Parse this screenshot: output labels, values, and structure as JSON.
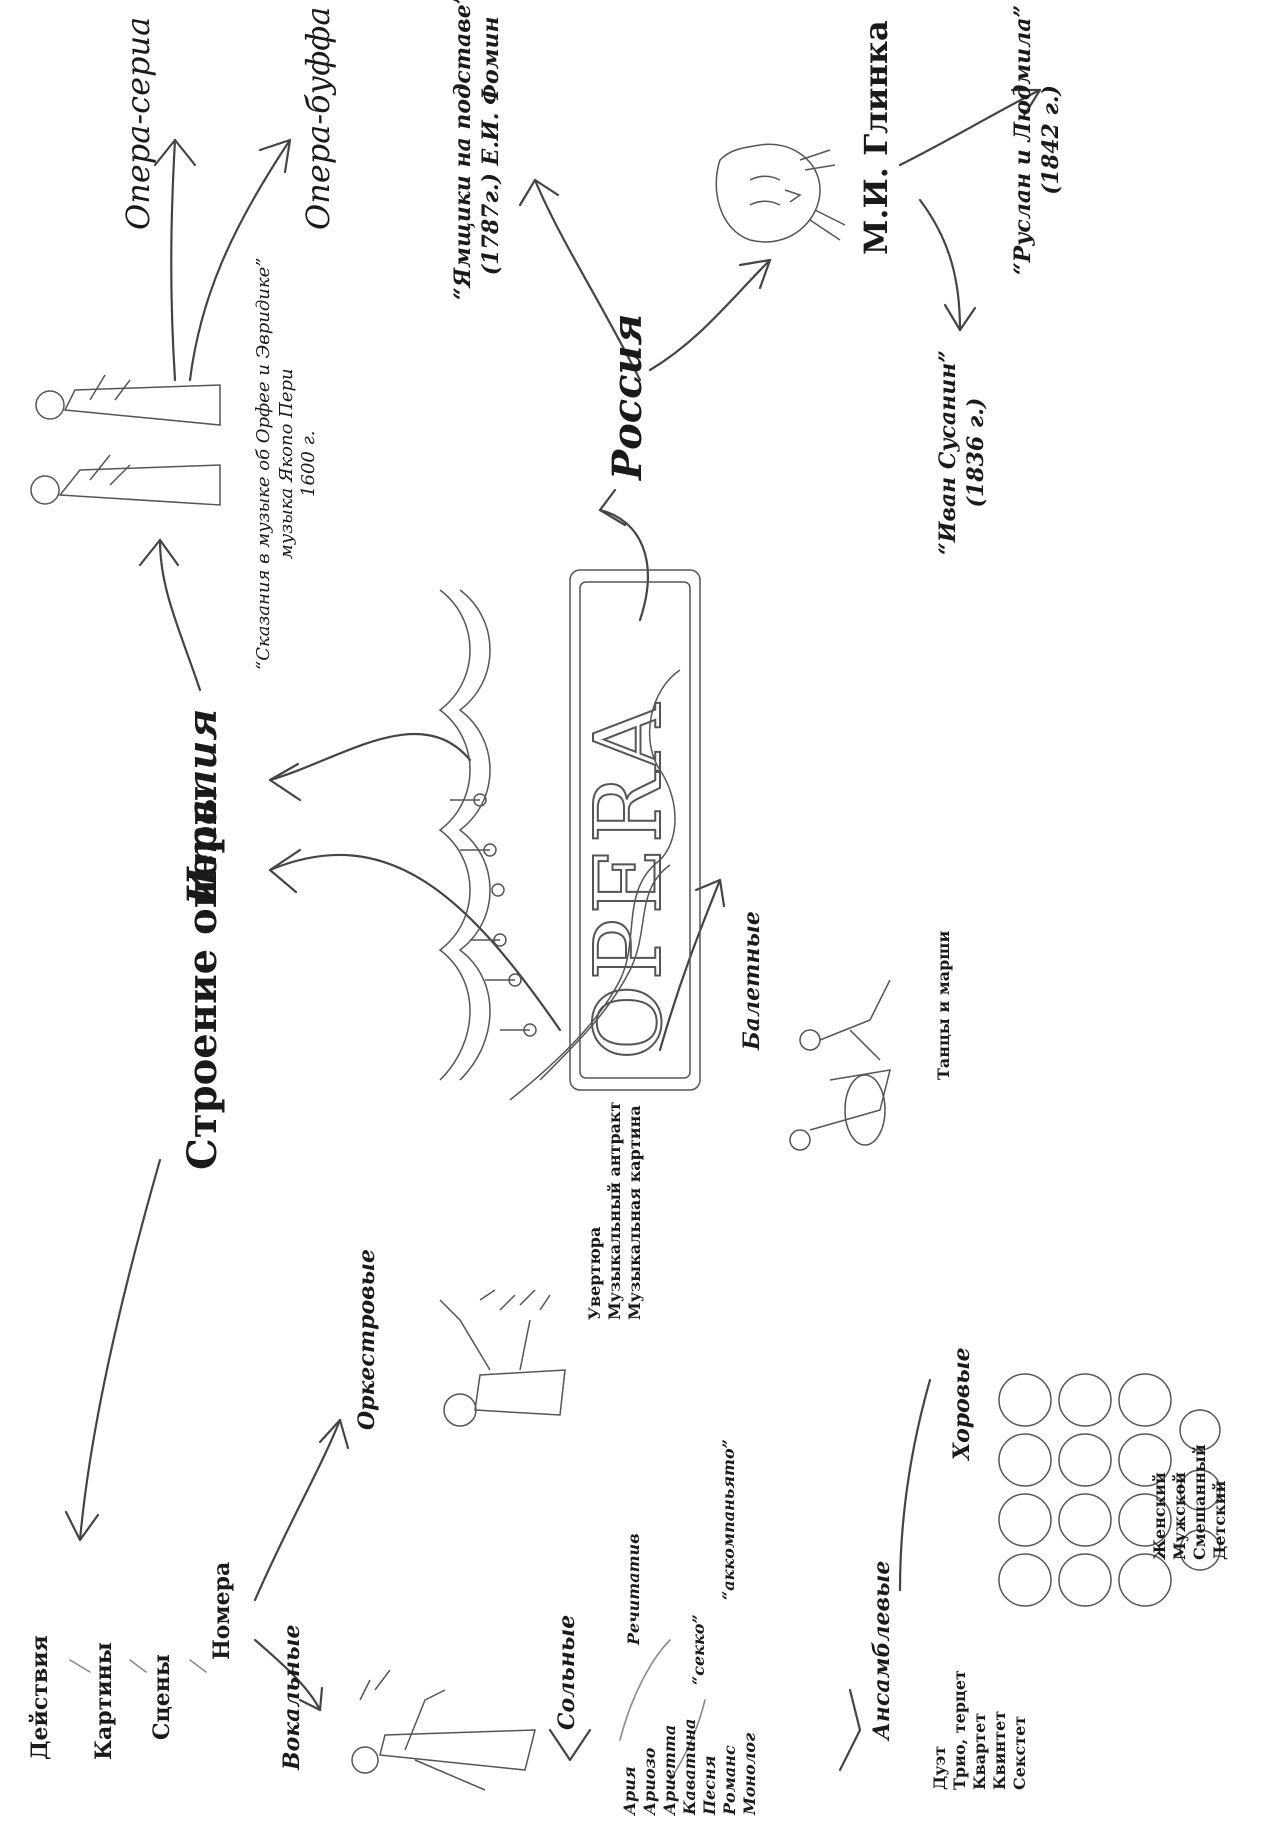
{
  "center": {
    "logo_text": "OPERA"
  },
  "nodes": {
    "italy": "Италия",
    "russia": "Россия",
    "structure": "Строение оперы",
    "opera_seria": "Опера-сериа",
    "opera_buffa": "Опера-буффа",
    "glinka": "М.И. Глинка",
    "acts": "Действия",
    "pictures": "Картины",
    "scenes": "Сцены",
    "numbers": "Номера",
    "vocal": "Вокальные",
    "orchestral": "Оркестровые",
    "solo": "Сольные",
    "ensemble": "Ансамблевые",
    "choral": "Хоровые",
    "ballet": "Балетные"
  },
  "italy_work": {
    "line1": "“Сказания в музыке об Орфее и Эвридике”",
    "line2": "музыка Якопо Пери",
    "line3": "1600 г."
  },
  "russia_work": {
    "line1": "“Ямщики на подставе”",
    "line2": "(1787г.) Е.И. Фомин"
  },
  "glinka_works": {
    "ruslan_line1": "“Руслан и Людмила”",
    "ruslan_line2": "(1842 г.)",
    "susanin_line1": "“Иван Сусанин”",
    "susanin_line2": "(1836 г.)"
  },
  "solo_items": [
    "Ария",
    "Ариозо",
    "Ариетта",
    "Каватина",
    "Песня",
    "Романс",
    "Монолог"
  ],
  "recitative": {
    "title": "Речитатив",
    "secco": "“секко”",
    "accomp": "“аккомпаньято”"
  },
  "ensemble_items": [
    "Дуэт",
    "Трио, терцет",
    "Квартет",
    "Квинтет",
    "Секстет"
  ],
  "choral_items": [
    "Женский",
    "Мужской",
    "Смешанный",
    "Детский"
  ],
  "orchestral_items": [
    "Увертюра",
    "Музыкальный антракт",
    "Музыкальная картина"
  ],
  "ballet_items": [
    "Танцы и марши"
  ]
}
